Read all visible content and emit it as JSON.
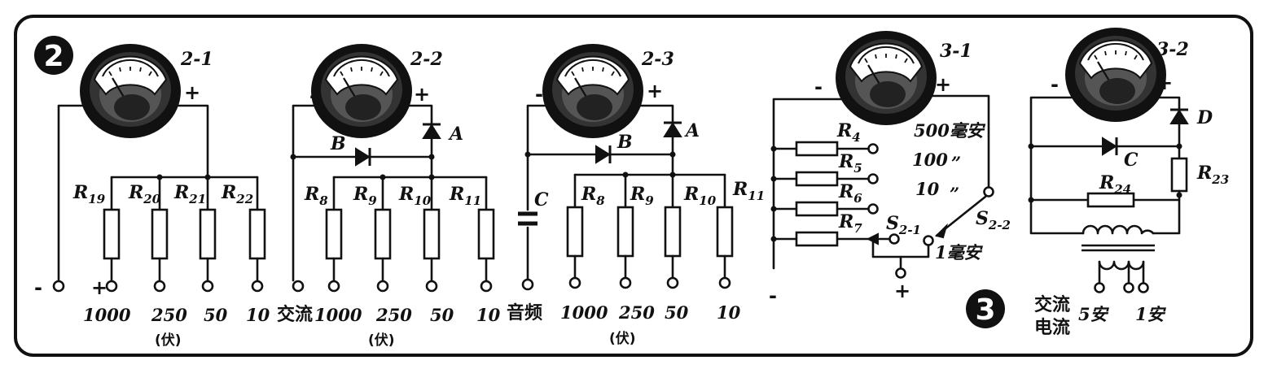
{
  "figure_numbers": {
    "fig2": "2",
    "fig3": "3"
  },
  "circuit_2_1": {
    "title": "2-1",
    "minus": "-",
    "plus": "+",
    "resistors": [
      {
        "name": "R",
        "sub": "19"
      },
      {
        "name": "R",
        "sub": "20"
      },
      {
        "name": "R",
        "sub": "21"
      },
      {
        "name": "R",
        "sub": "22"
      }
    ],
    "common_sign": "-",
    "first_sign": "+",
    "ranges": [
      "1000",
      "250",
      "50",
      "10"
    ],
    "unit": "(伏)"
  },
  "circuit_2_2": {
    "title": "2-2",
    "minus": "-",
    "plus": "+",
    "diode_b": "B",
    "diode_a": "A",
    "resistors": [
      {
        "name": "R",
        "sub": "8"
      },
      {
        "name": "R",
        "sub": "9"
      },
      {
        "name": "R",
        "sub": "10"
      },
      {
        "name": "R",
        "sub": "11"
      }
    ],
    "mode": "交流",
    "ranges": [
      "1000",
      "250",
      "50",
      "10"
    ],
    "unit": "(伏)"
  },
  "circuit_2_3": {
    "title": "2-3",
    "minus": "-",
    "plus": "+",
    "capacitor": "C",
    "diode_b": "B",
    "diode_a": "A",
    "resistors": [
      {
        "name": "R",
        "sub": "8"
      },
      {
        "name": "R",
        "sub": "9"
      },
      {
        "name": "R",
        "sub": "10"
      },
      {
        "name": "R",
        "sub": "11"
      }
    ],
    "mode": "音频",
    "ranges": [
      "1000",
      "250",
      "50",
      "10"
    ],
    "unit": "(伏)"
  },
  "circuit_3_1": {
    "title": "3-1",
    "minus": "-",
    "plus": "+",
    "resistors": [
      {
        "name": "R",
        "sub": "4"
      },
      {
        "name": "R",
        "sub": "5"
      },
      {
        "name": "R",
        "sub": "6"
      },
      {
        "name": "R",
        "sub": "7"
      }
    ],
    "range_500": "500毫安",
    "range_100": "100",
    "range_10": "10",
    "ditto": "”",
    "range_1": "1毫安",
    "switch_1": {
      "name": "S",
      "sub": "2-1"
    },
    "switch_2": {
      "name": "S",
      "sub": "2-2"
    },
    "bottom_minus": "-",
    "bottom_plus": "+"
  },
  "circuit_3_2": {
    "title": "3-2",
    "minus": "-",
    "plus": "+",
    "diode_c": "C",
    "diode_d": "D",
    "resistor_24": {
      "name": "R",
      "sub": "24"
    },
    "resistor_23": {
      "name": "R",
      "sub": "23"
    },
    "label_ac_line1": "交流",
    "label_ac_line2": "电流",
    "ranges": [
      "5安",
      "1安"
    ]
  }
}
